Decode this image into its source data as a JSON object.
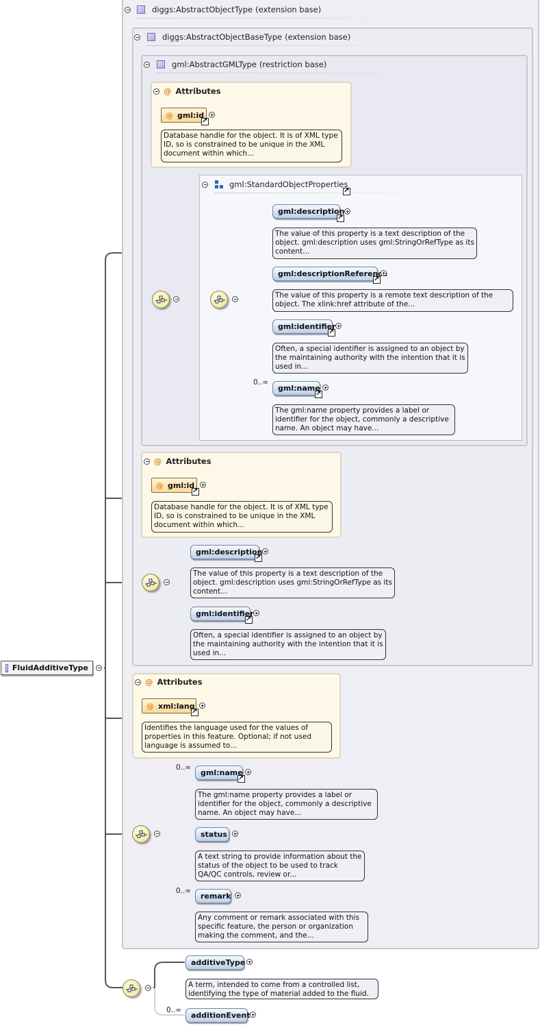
{
  "root": {
    "label": "FluidAdditiveType"
  },
  "types": {
    "abstract_object": {
      "name": "diggs:AbstractObjectType",
      "kind": "(extension base)"
    },
    "abstract_object_base": {
      "name": "diggs:AbstractObjectBaseType",
      "kind": "(extension base)"
    },
    "abstract_gml": {
      "name": "gml:AbstractGMLType",
      "kind": "(restriction base)"
    }
  },
  "attributes_label": "Attributes",
  "group": {
    "name": "gml:StandardObjectProperties"
  },
  "cardinality_many": "0..∞",
  "attrs": {
    "gml_id": {
      "name": "gml:id",
      "doc": "Database handle for the object. It is of XML type ID, so is constrained to be unique in the XML document within which..."
    },
    "xml_lang": {
      "name": "xml:lang",
      "doc": "Identifies the language used for the values of properties in this feature. Optional; if not used language is assumed to..."
    }
  },
  "elements": {
    "description": {
      "name": "gml:description",
      "doc": "The value of this property is a text description of the object. gml:description uses gml:StringOrRefType as its content..."
    },
    "descriptionReference": {
      "name": "gml:descriptionReference",
      "doc": "The value of this property is a remote text description of the object. The xlink:href attribute of the..."
    },
    "identifier": {
      "name": "gml:identifier",
      "doc": "Often, a special identifier is assigned to an object by the maintaining authority with the intention that it is used in..."
    },
    "name": {
      "name": "gml:name",
      "doc": "The gml:name property provides a label or identifier for the object, commonly a descriptive name. An object may have..."
    },
    "status": {
      "name": "status",
      "doc": "A text string to provide information about the status of the object to be used to track QA/QC controls, review or..."
    },
    "remark": {
      "name": "remark",
      "doc": "Any comment or remark associated with this specific feature, the person or organization making the comment, and the..."
    },
    "additiveType": {
      "name": "additiveType",
      "doc": "A term, intended to come from a controlled list, identifying the type of material added to the fluid."
    },
    "additionEvent": {
      "name": "additionEvent"
    }
  }
}
